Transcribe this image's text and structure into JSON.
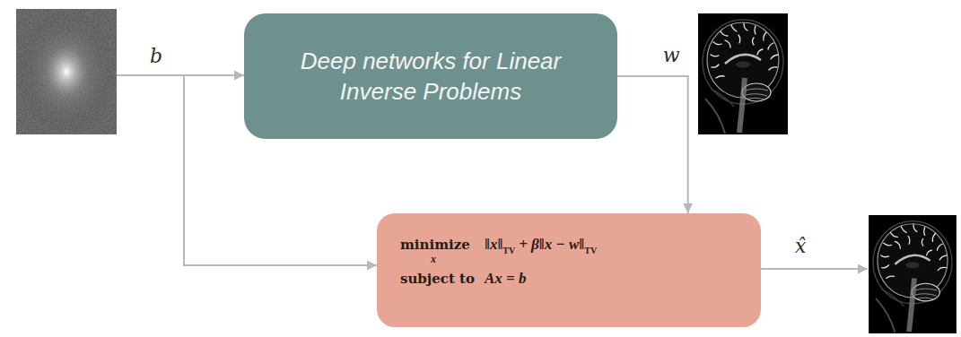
{
  "diagram": {
    "nodes": [
      {
        "text": [
          "Deep networks for Linear Inverse Problems"
        ]
      },
      {
        "text": [
          "minimize",
          "x",
          "‖x‖",
          "TV",
          "+ β‖x − w‖",
          "TV",
          "subject to",
          "Ax = b"
        ]
      }
    ],
    "edges": [
      {
        "from": 0,
        "to": 1,
        "arrow": "to",
        "label": "w"
      }
    ],
    "labels": [
      "b",
      "x̂"
    ]
  }
}
